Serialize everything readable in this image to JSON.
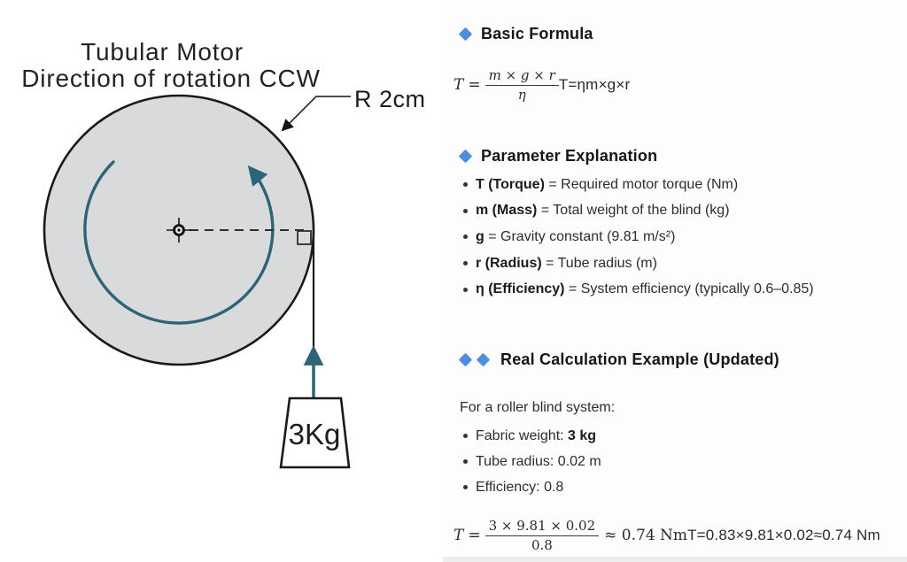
{
  "colors": {
    "accent_blue": "#4f8ede",
    "teal": "#2e6576",
    "circle_fill": "#d9dadb",
    "outline": "#1a1a1a"
  },
  "diagram": {
    "title_line1": "Tubular Motor",
    "title_line2": "Direction of rotation CCW",
    "radius_label": "R 2cm",
    "weight_label": "3Kg"
  },
  "sections": {
    "basic_formula": {
      "heading": "Basic Formula",
      "math_T": "T",
      "math_eq": "=",
      "math_numerator": "m × g × r",
      "math_denominator": "η",
      "plain_formula": "T=ηm×g×r"
    },
    "parameters": {
      "heading": "Parameter Explanation",
      "items": [
        {
          "term": "T (Torque)",
          "desc": " = Required motor torque (Nm)"
        },
        {
          "term": "m (Mass)",
          "desc": " = Total weight of the blind (kg)"
        },
        {
          "term": "g",
          "desc": " = Gravity constant (9.81 m/s²)"
        },
        {
          "term": "r (Radius)",
          "desc": " = Tube radius (m)"
        },
        {
          "term": "η (Efficiency)",
          "desc": " = System efficiency (typically 0.6–0.85)"
        }
      ]
    },
    "example": {
      "heading": "Real Calculation Example (Updated)",
      "intro": "For a roller blind system:",
      "items": [
        {
          "lead": "Fabric weight: ",
          "bold": "3 kg"
        },
        {
          "lead": "Tube radius: 0.02 m",
          "bold": ""
        },
        {
          "lead": "Efficiency: 0.8",
          "bold": ""
        }
      ],
      "math_T": "T",
      "math_eq": "=",
      "math_numerator": "3 × 9.81 × 0.02",
      "math_denominator": "0.8",
      "math_result": "≈ 0.74 Nm",
      "plain_formula": "T=0.83×9.81×0.02≈0.74 Nm"
    }
  }
}
